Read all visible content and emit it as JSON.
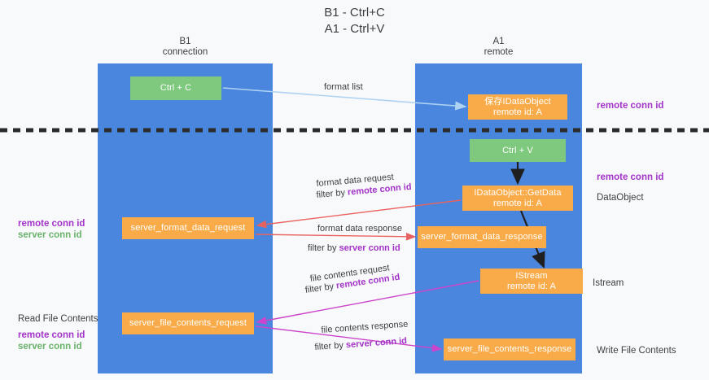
{
  "title": "B1 - Ctrl+C\nA1 - Ctrl+V",
  "lanes": [
    {
      "id": "b1",
      "caption": "B1\nconnection"
    },
    {
      "id": "a1",
      "caption": "A1\nremote"
    }
  ],
  "nodes": {
    "ctrl_c": "Ctrl + C",
    "save_idataobject": "保存IDataObject\nremote id: A",
    "ctrl_v": "Ctrl + V",
    "getdata": "IDataObject::GetData\nremote id: A",
    "server_format_data_request": "server_format_data_request",
    "server_format_data_response": "server_format_data_response",
    "istream": "IStream\nremote id: A",
    "server_file_contents_request": "server_file_contents_request",
    "server_file_contents_response": "server_file_contents_response"
  },
  "flows": {
    "format_list": "format list",
    "format_data_request": "format data request",
    "format_data_request_filter_prefix": "filter by ",
    "format_data_request_filter_key": "remote conn id",
    "format_data_response": "format data response",
    "format_data_response_filter_prefix": "filter by ",
    "format_data_response_filter_key": "server conn id",
    "file_contents_request": "file contents request",
    "file_contents_request_filter_prefix": "filter by ",
    "file_contents_request_filter_key": "remote conn id",
    "file_contents_response": "file contents response",
    "file_contents_response_filter_prefix": "filter by ",
    "file_contents_response_filter_key": "server conn id"
  },
  "right_labels": {
    "remote_conn_id_top": "remote conn id",
    "remote_conn_id_mid": "remote conn id",
    "dataobject": "DataObject",
    "istream": "Istream",
    "write_file_contents": "Write File Contents"
  },
  "left_labels": {
    "remote_conn_id_1": "remote conn id",
    "server_conn_id_1": "server conn id",
    "read_file_contents": "Read File Contents",
    "remote_conn_id_2": "remote conn id",
    "server_conn_id_2": "server conn id"
  },
  "colors": {
    "lane_blue": "#4a86dd",
    "node_orange": "#f9ab49",
    "node_green": "#7fc97f",
    "purple": "#a333c8",
    "green_text": "#69b36b",
    "arrow_lightblue": "#aed3f2",
    "arrow_red": "#e8635f",
    "arrow_magenta": "#cc44cc",
    "arrow_black": "#1f1f1f",
    "background": "#f8f9fa"
  }
}
